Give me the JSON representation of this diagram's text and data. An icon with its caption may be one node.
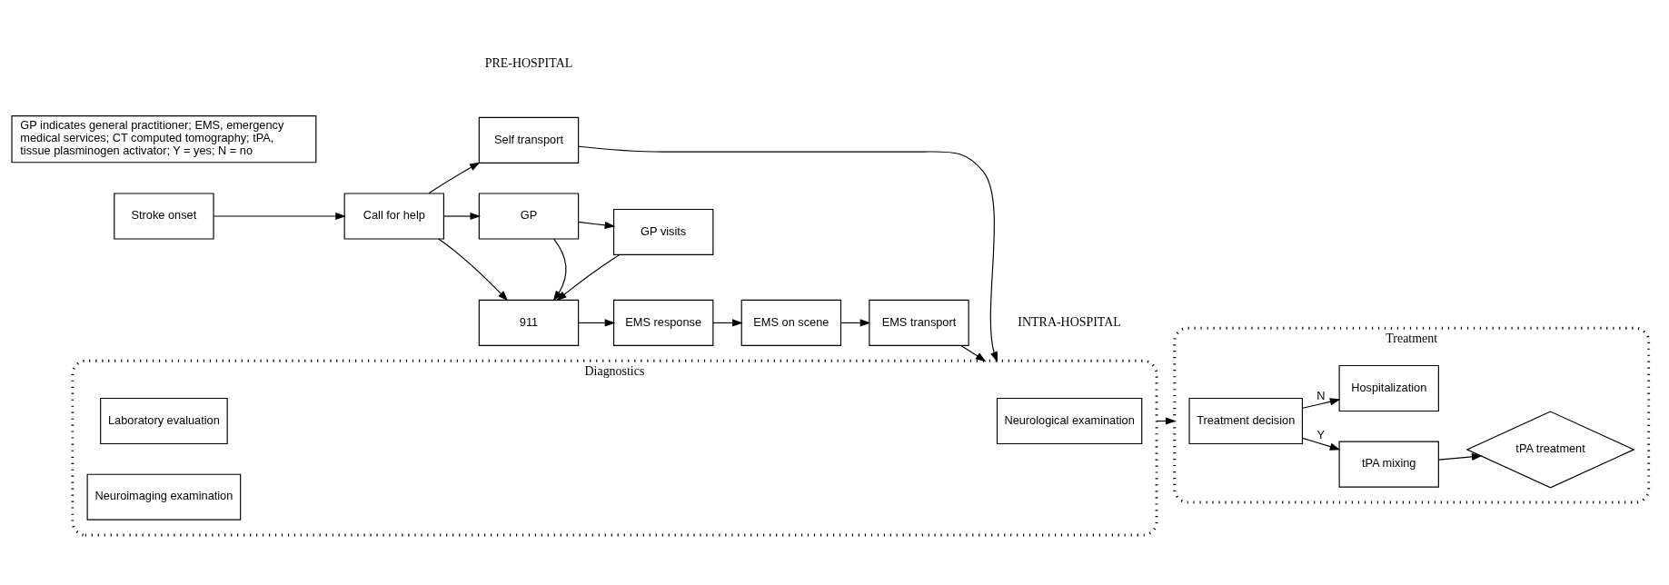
{
  "diagram": {
    "nodes": [
      {
        "text": [
          "Stroke onset"
        ]
      },
      {
        "text": [
          "Call for help"
        ]
      },
      {
        "text": [
          "Self transport"
        ]
      },
      {
        "text": [
          "911"
        ]
      },
      {
        "text": [
          "GP"
        ]
      },
      {
        "text": [
          "GP visits"
        ]
      },
      {
        "text": [
          "EMS response"
        ]
      },
      {
        "text": [
          "EMS on scene"
        ]
      },
      {
        "text": [
          "EMS transport"
        ]
      },
      {
        "text": [
          "Diagnostics"
        ]
      },
      {
        "text": [
          "Laboratory evaluation"
        ],
        "in": 9
      },
      {
        "text": [
          "Neurological examination"
        ],
        "in": 9
      },
      {
        "text": [
          "Neuroimaging examination"
        ],
        "in": 9
      },
      {
        "text": [
          "Treatment"
        ]
      },
      {
        "text": [
          "Treatment decision"
        ],
        "in": 13
      },
      {
        "text": [
          "tPA mixing"
        ],
        "in": 13
      },
      {
        "text": [
          "tPA treatment"
        ],
        "in": 13
      },
      {
        "text": [
          "Hospitalization"
        ],
        "in": 13
      },
      {
        "text": [
          "GP indicates general practitioner; EMS, emergency medical services; CT computed tomography; tPA, tissue plasminogen activator; Y = yes; N = no"
        ]
      }
    ],
    "edges": [
      {
        "from": 0,
        "to": 1,
        "arrow": "to"
      },
      {
        "from": 1,
        "to": 2,
        "arrow": "to"
      },
      {
        "from": 1,
        "to": 3,
        "arrow": "to"
      },
      {
        "from": 1,
        "to": 4,
        "arrow": "to"
      },
      {
        "from": 4,
        "to": 3,
        "arrow": "to"
      },
      {
        "from": 5,
        "to": 3,
        "arrow": "to"
      },
      {
        "from": 4,
        "to": 5,
        "arrow": "to"
      },
      {
        "from": 3,
        "to": 6,
        "arrow": "to"
      },
      {
        "from": 6,
        "to": 7,
        "arrow": "to"
      },
      {
        "from": 7,
        "to": 8,
        "arrow": "to"
      },
      {
        "from": 2,
        "to": 9,
        "arrow": "to"
      },
      {
        "from": 8,
        "to": 9,
        "arrow": "to"
      },
      {
        "from": 9,
        "to": 13,
        "arrow": "to"
      },
      {
        "from": 14,
        "to": 15,
        "label": "Y",
        "arrow": "to"
      },
      {
        "from": 14,
        "to": 17,
        "label": "N",
        "arrow": "to"
      },
      {
        "from": 15,
        "to": 16,
        "arrow": "to"
      }
    ],
    "labels": [
      "PRE-HOSPITAL",
      "INTRA-HOSPITAL"
    ]
  }
}
